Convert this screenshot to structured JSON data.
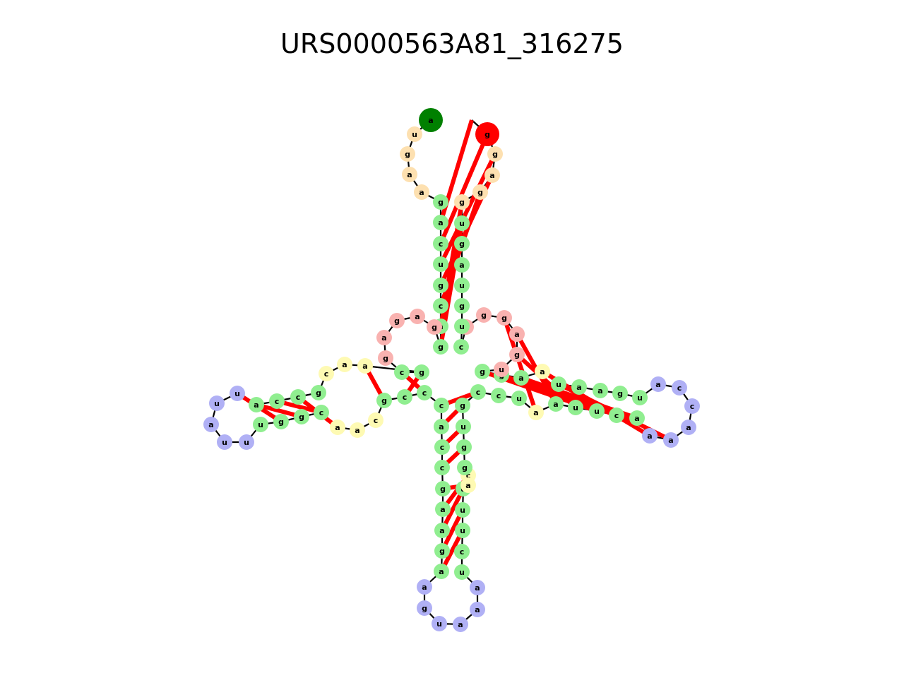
{
  "title": "URS0000563A81_316275",
  "colors": {
    "start": "#008000",
    "end": "#ff0000",
    "stem": "#90ee90",
    "hairpin_loop": "#b0b0f5",
    "multiloop": "#f9b2b0",
    "interior_loop": "#fefab3",
    "exterior": "#fde0b0",
    "pair_bond": "#ff0000",
    "backbone": "#000000"
  },
  "diagram": {
    "nucleotides": [
      {
        "base": "a",
        "type": "start"
      },
      {
        "base": "u",
        "type": "exterior"
      },
      {
        "base": "g",
        "type": "exterior"
      },
      {
        "base": "a",
        "type": "exterior"
      },
      {
        "base": "a",
        "type": "exterior"
      },
      {
        "base": "g",
        "type": "stem"
      },
      {
        "base": "a",
        "type": "stem"
      },
      {
        "base": "c",
        "type": "stem"
      },
      {
        "base": "u",
        "type": "stem"
      },
      {
        "base": "g",
        "type": "stem"
      },
      {
        "base": "c",
        "type": "stem"
      },
      {
        "base": "a",
        "type": "stem"
      },
      {
        "base": "g",
        "type": "stem"
      },
      {
        "base": "g",
        "type": "multiloop"
      },
      {
        "base": "a",
        "type": "multiloop"
      },
      {
        "base": "g",
        "type": "multiloop"
      },
      {
        "base": "a",
        "type": "multiloop"
      },
      {
        "base": "g",
        "type": "multiloop"
      },
      {
        "base": "c",
        "type": "stem"
      },
      {
        "base": "g",
        "type": "stem"
      },
      {
        "base": "a",
        "type": "interior_loop"
      },
      {
        "base": "a",
        "type": "interior_loop"
      },
      {
        "base": "c",
        "type": "interior_loop"
      },
      {
        "base": "g",
        "type": "stem"
      },
      {
        "base": "c",
        "type": "stem"
      },
      {
        "base": "c",
        "type": "stem"
      },
      {
        "base": "a",
        "type": "stem"
      },
      {
        "base": "u",
        "type": "hairpin_loop"
      },
      {
        "base": "u",
        "type": "hairpin_loop"
      },
      {
        "base": "a",
        "type": "hairpin_loop"
      },
      {
        "base": "u",
        "type": "hairpin_loop"
      },
      {
        "base": "u",
        "type": "hairpin_loop"
      },
      {
        "base": "u",
        "type": "stem"
      },
      {
        "base": "g",
        "type": "stem"
      },
      {
        "base": "g",
        "type": "stem"
      },
      {
        "base": "c",
        "type": "stem"
      },
      {
        "base": "a",
        "type": "interior_loop"
      },
      {
        "base": "a",
        "type": "interior_loop"
      },
      {
        "base": "c",
        "type": "interior_loop"
      },
      {
        "base": "g",
        "type": "stem"
      },
      {
        "base": "c",
        "type": "stem"
      },
      {
        "base": "c",
        "type": "stem"
      },
      {
        "base": "c",
        "type": "stem"
      },
      {
        "base": "a",
        "type": "stem"
      },
      {
        "base": "c",
        "type": "stem"
      },
      {
        "base": "c",
        "type": "stem"
      },
      {
        "base": "g",
        "type": "stem"
      },
      {
        "base": "a",
        "type": "stem"
      },
      {
        "base": "a",
        "type": "stem"
      },
      {
        "base": "g",
        "type": "stem"
      },
      {
        "base": "a",
        "type": "stem"
      },
      {
        "base": "a",
        "type": "hairpin_loop"
      },
      {
        "base": "g",
        "type": "hairpin_loop"
      },
      {
        "base": "u",
        "type": "hairpin_loop"
      },
      {
        "base": "a",
        "type": "hairpin_loop"
      },
      {
        "base": "a",
        "type": "hairpin_loop"
      },
      {
        "base": "a",
        "type": "hairpin_loop"
      },
      {
        "base": "u",
        "type": "stem"
      },
      {
        "base": "c",
        "type": "stem"
      },
      {
        "base": "u",
        "type": "stem"
      },
      {
        "base": "u",
        "type": "stem"
      },
      {
        "base": "u",
        "type": "stem"
      },
      {
        "base": "c",
        "type": "interior_loop"
      },
      {
        "base": "a",
        "type": "interior_loop"
      },
      {
        "base": "g",
        "type": "stem"
      },
      {
        "base": "g",
        "type": "stem"
      },
      {
        "base": "u",
        "type": "stem"
      },
      {
        "base": "g",
        "type": "stem"
      },
      {
        "base": "c",
        "type": "stem"
      },
      {
        "base": "c",
        "type": "stem"
      },
      {
        "base": "u",
        "type": "stem"
      },
      {
        "base": "a",
        "type": "interior_loop"
      },
      {
        "base": "a",
        "type": "stem"
      },
      {
        "base": "u",
        "type": "stem"
      },
      {
        "base": "u",
        "type": "stem"
      },
      {
        "base": "c",
        "type": "stem"
      },
      {
        "base": "a",
        "type": "stem"
      },
      {
        "base": "a",
        "type": "hairpin_loop"
      },
      {
        "base": "a",
        "type": "hairpin_loop"
      },
      {
        "base": "a",
        "type": "hairpin_loop"
      },
      {
        "base": "c",
        "type": "hairpin_loop"
      },
      {
        "base": "c",
        "type": "hairpin_loop"
      },
      {
        "base": "a",
        "type": "hairpin_loop"
      },
      {
        "base": "u",
        "type": "stem"
      },
      {
        "base": "g",
        "type": "stem"
      },
      {
        "base": "a",
        "type": "stem"
      },
      {
        "base": "a",
        "type": "stem"
      },
      {
        "base": "u",
        "type": "stem"
      },
      {
        "base": "a",
        "type": "interior_loop"
      },
      {
        "base": "a",
        "type": "stem"
      },
      {
        "base": "g",
        "type": "stem"
      },
      {
        "base": "g",
        "type": "stem"
      },
      {
        "base": "u",
        "type": "multiloop"
      },
      {
        "base": "g",
        "type": "multiloop"
      },
      {
        "base": "a",
        "type": "multiloop"
      },
      {
        "base": "g",
        "type": "multiloop"
      },
      {
        "base": "g",
        "type": "multiloop"
      },
      {
        "base": "a",
        "type": "multiloop"
      },
      {
        "base": "c",
        "type": "stem"
      },
      {
        "base": "u",
        "type": "stem"
      },
      {
        "base": "g",
        "type": "stem"
      },
      {
        "base": "u",
        "type": "stem"
      },
      {
        "base": "a",
        "type": "stem"
      },
      {
        "base": "g",
        "type": "stem"
      },
      {
        "base": "u",
        "type": "stem"
      },
      {
        "base": "g",
        "type": "exterior"
      },
      {
        "base": "g",
        "type": "exterior"
      },
      {
        "base": "a",
        "type": "exterior"
      },
      {
        "base": "g",
        "type": "exterior"
      },
      {
        "base": "g",
        "type": "end"
      }
    ],
    "base_pairs": [
      [
        6,
        112
      ],
      [
        7,
        111
      ],
      [
        8,
        110
      ],
      [
        9,
        109
      ],
      [
        10,
        108
      ],
      [
        11,
        107
      ],
      [
        12,
        106
      ],
      [
        13,
        105
      ],
      [
        19,
        42
      ],
      [
        20,
        41
      ],
      [
        21,
        40
      ],
      [
        25,
        37
      ],
      [
        26,
        36
      ],
      [
        27,
        35
      ],
      [
        28,
        34
      ],
      [
        43,
        69
      ],
      [
        44,
        68
      ],
      [
        45,
        67
      ],
      [
        46,
        66
      ],
      [
        47,
        64
      ],
      [
        48,
        63
      ],
      [
        49,
        62
      ],
      [
        50,
        61
      ],
      [
        51,
        60
      ],
      [
        72,
        96
      ],
      [
        73,
        95
      ],
      [
        74,
        94
      ],
      [
        75,
        92
      ],
      [
        76,
        91
      ],
      [
        77,
        90
      ],
      [
        78,
        89
      ],
      [
        79,
        88
      ]
    ]
  }
}
